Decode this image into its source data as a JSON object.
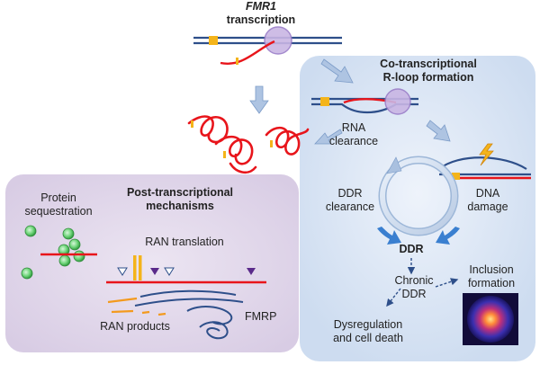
{
  "title": {
    "gene": "FMR1",
    "word": "transcription"
  },
  "rloop": {
    "line1": "Co-transcriptional",
    "line2": "R-loop formation"
  },
  "rna_clearance": {
    "line1": "RNA",
    "line2": "clearance"
  },
  "dna_damage": {
    "line1": "DNA",
    "line2": "damage"
  },
  "ddr_clearance": {
    "line1": "DDR",
    "line2": "clearance"
  },
  "ddr": "DDR",
  "chronic_ddr": {
    "line1": "Chronic",
    "line2": "DDR"
  },
  "inclusion": {
    "line1": "Inclusion",
    "line2": "formation"
  },
  "dysregulation": {
    "line1": "Dysregulation",
    "line2": "and cell death"
  },
  "post_transcriptional": {
    "line1": "Post-transcriptional",
    "line2": "mechanisms"
  },
  "protein_sequestration": {
    "line1": "Protein",
    "line2": "sequestration"
  },
  "ran_translation": "RAN translation",
  "ran_products": "RAN products",
  "fmrp": "FMRP",
  "colors": {
    "rna": "#e8151b",
    "dna": "#2e4f8a",
    "repeat": "#f4b41a",
    "polymerase": "#c9b6e4",
    "right_panel": "#dde8f6",
    "left_panel": "#e2d8ea",
    "arrow": "#9db7d8",
    "ddr_arrow": "#3a7fd0",
    "protein": "#5fcf6a"
  }
}
